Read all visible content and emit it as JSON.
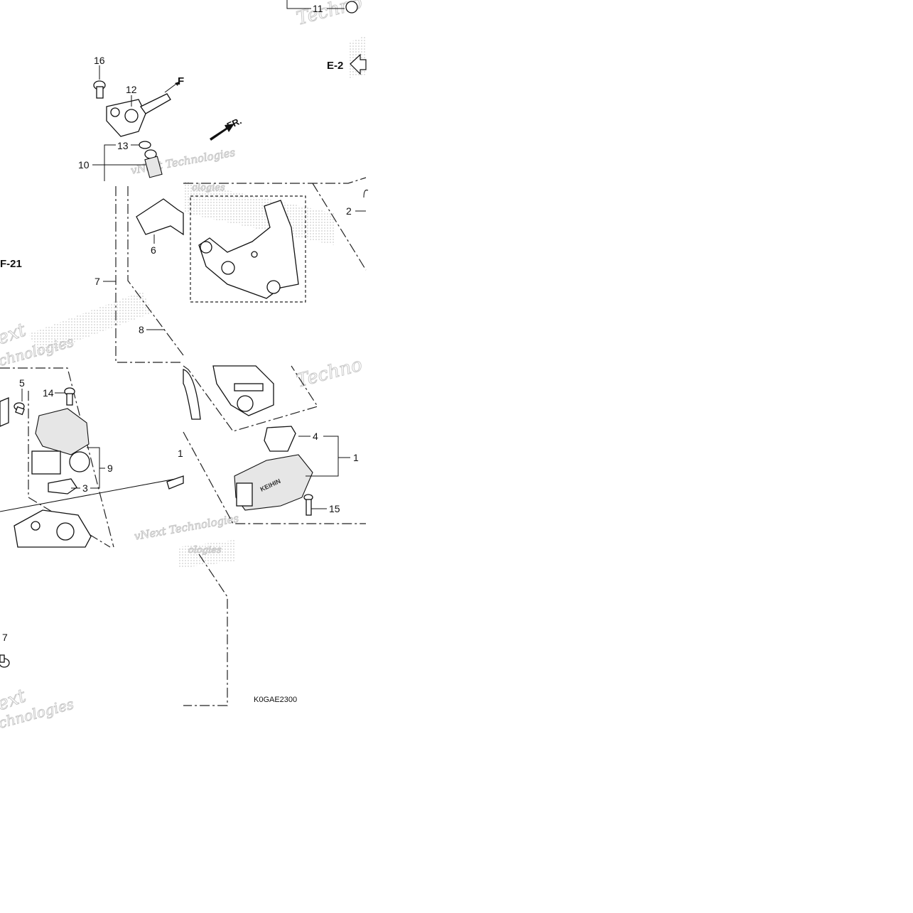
{
  "diagram": {
    "code": "K0GAE2300",
    "section_refs": {
      "e2": "E-2",
      "f21": "F-21",
      "arrow_f": "F"
    },
    "front_marker": "FR.",
    "callouts": {
      "c1": "1",
      "c2": "2",
      "c3": "3",
      "c4": "4",
      "c5": "5",
      "c6": "6",
      "c7": "7",
      "c7b": "7",
      "c8": "8",
      "c9": "9",
      "c10": "10",
      "c11": "11",
      "c12": "12",
      "c13": "13",
      "c14": "14",
      "c15": "15",
      "c16": "16",
      "c1b": "1"
    },
    "watermark": {
      "line1": "vNext Technologies",
      "brand_fragment": "Techno",
      "fragment_ext": "ext",
      "fragment_hnologies": "chnologies",
      "fragment_ogies": "ologies"
    },
    "sensor_brand": "KEIHIN"
  }
}
